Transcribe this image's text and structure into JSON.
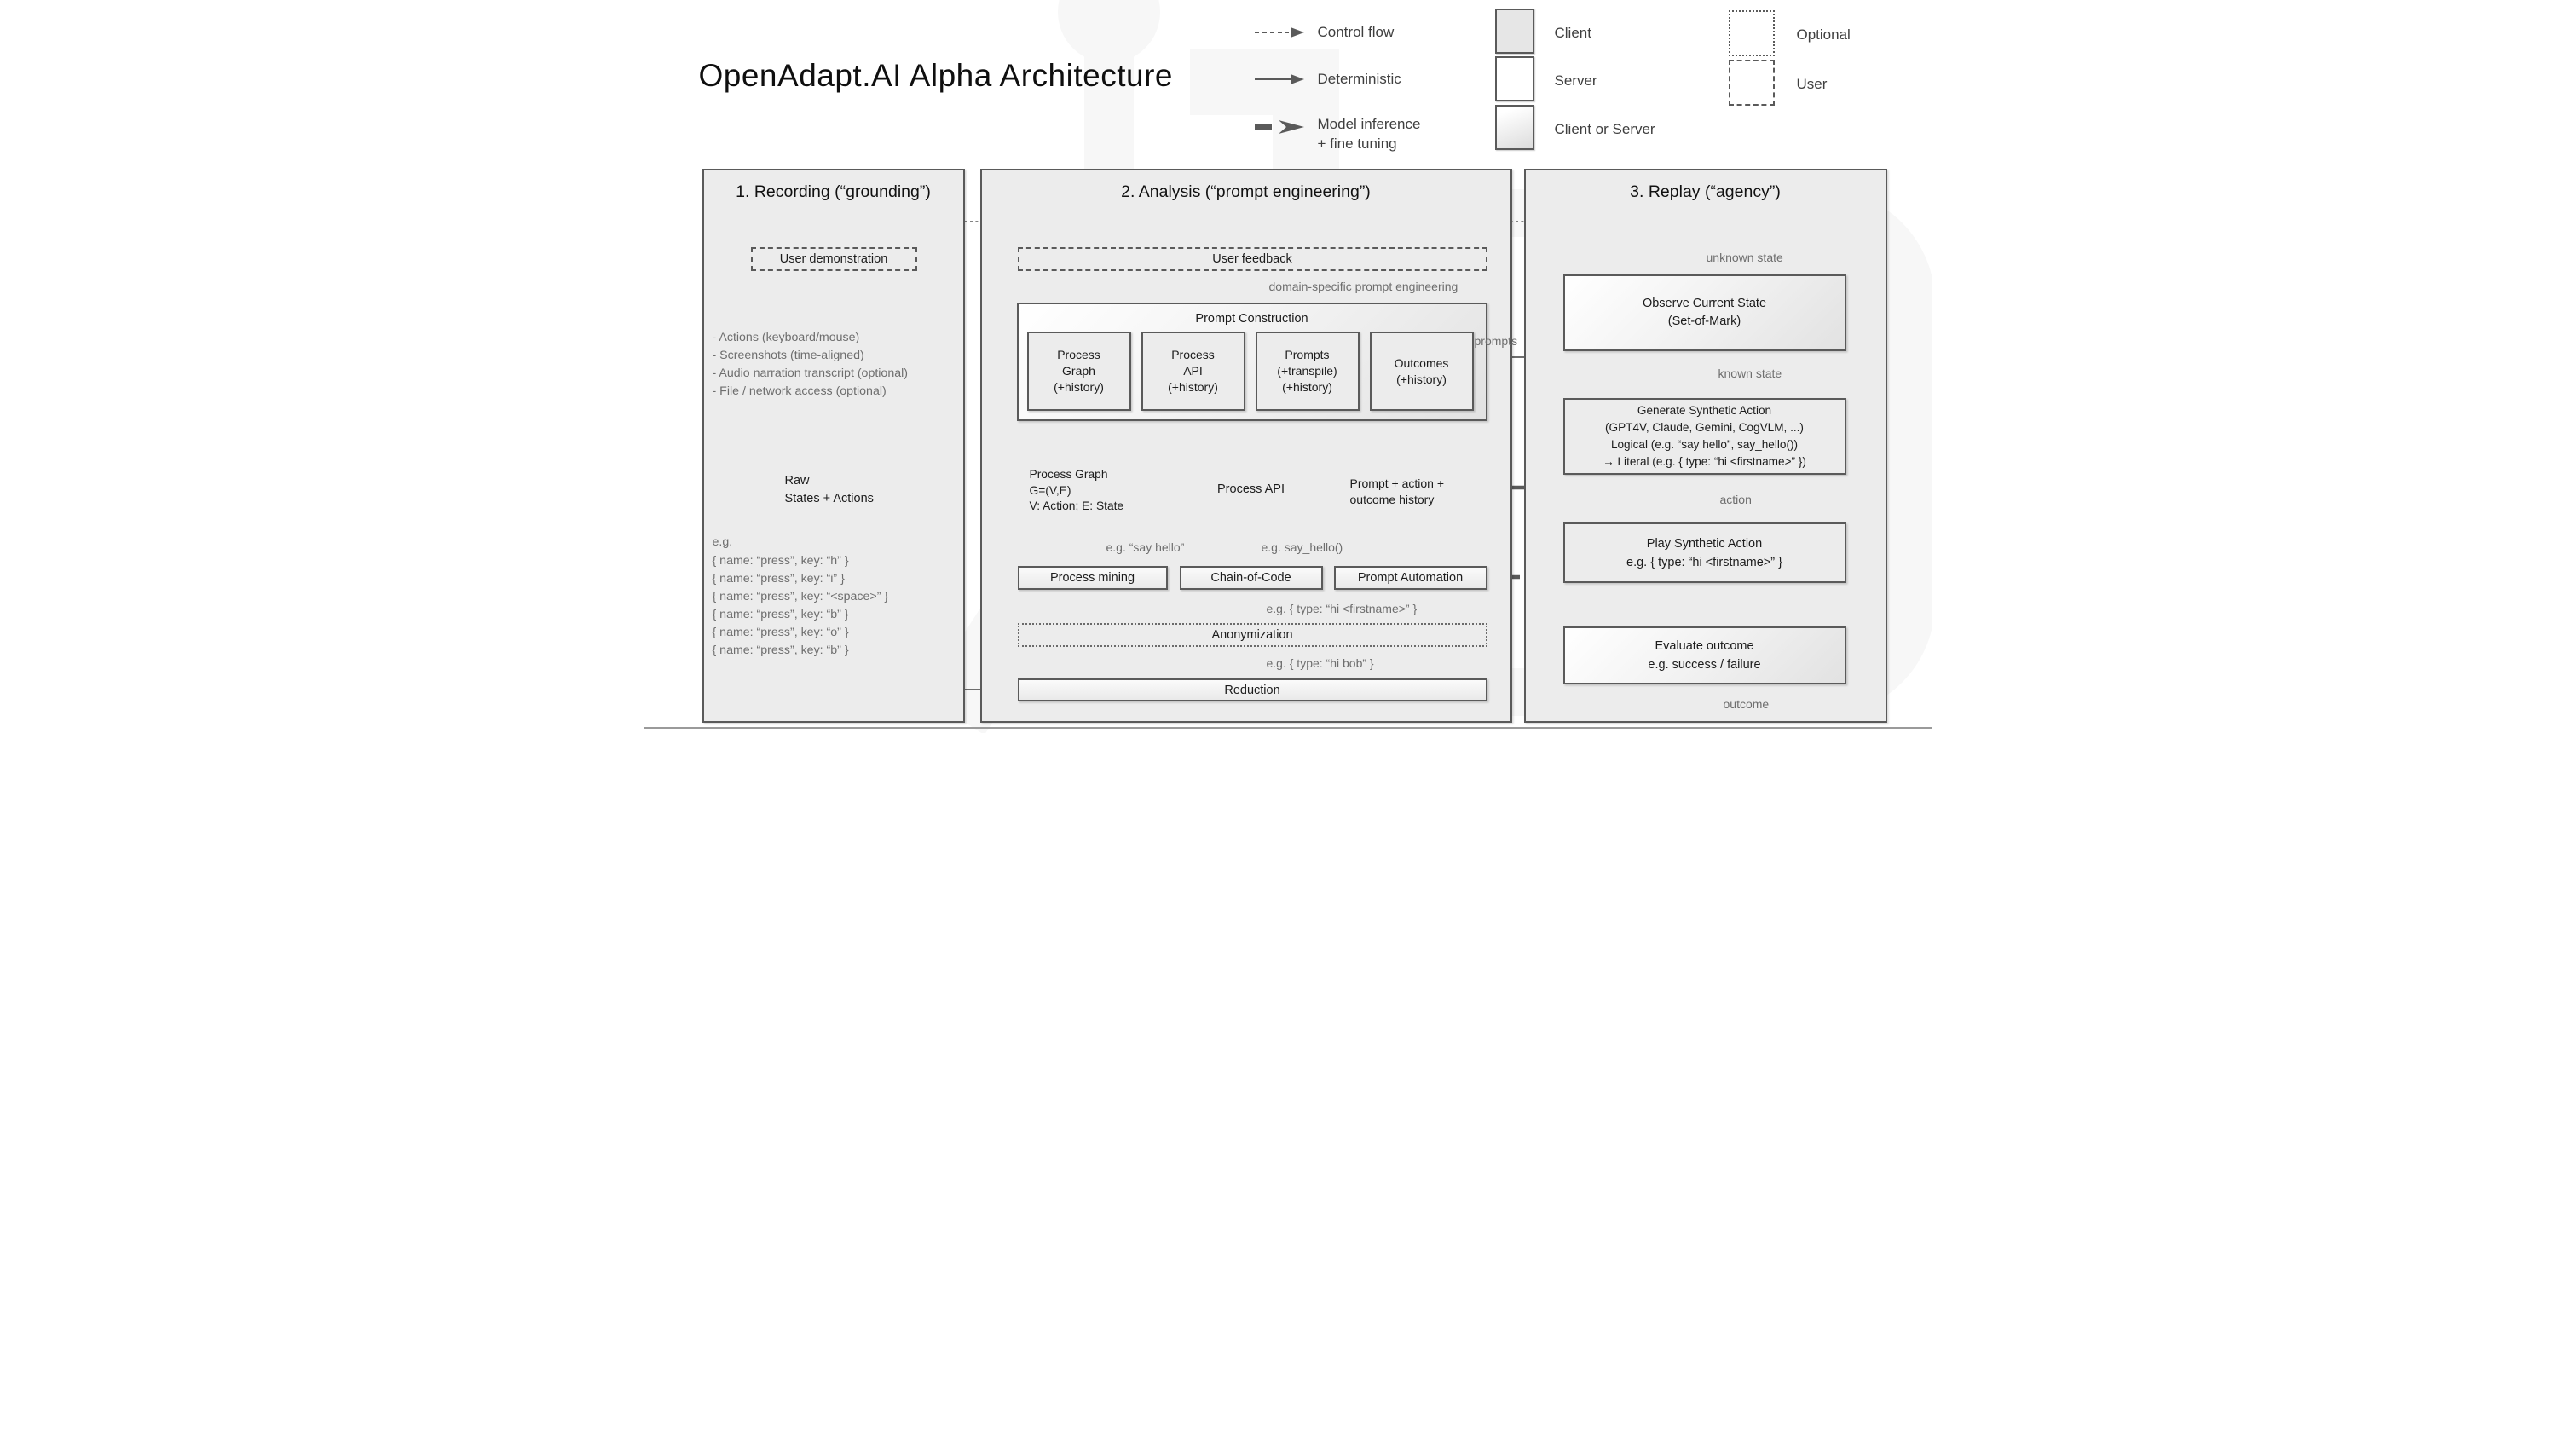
{
  "title": "OpenAdapt.AI Alpha Architecture",
  "legend": {
    "arrow_items": [
      {
        "label": "Control flow"
      },
      {
        "label": "Deterministic"
      },
      {
        "label": "Model inference\n+ fine tuning"
      }
    ],
    "box_items": [
      {
        "label": "Client"
      },
      {
        "label": "Server"
      },
      {
        "label": "Client or Server"
      }
    ],
    "border_items": [
      {
        "label": "Optional"
      },
      {
        "label": "User"
      }
    ]
  },
  "recording": {
    "header": "1. Recording (“grounding”)",
    "user_demonstration": "User demonstration",
    "bullets": [
      "- Actions (keyboard/mouse)",
      "- Screenshots (time-aligned)",
      "- Audio narration transcript (optional)",
      "- File / network access (optional)"
    ],
    "raw_cylinder": "Raw\nStates + Actions",
    "example_heading": "e.g.",
    "examples": [
      "{ name: “press”, key: “h” }",
      "{ name: “press”, key: “i” }",
      "{ name: “press”, key: “<space>” }",
      "{ name: “press”, key: “b” }",
      "{ name: “press”, key: “o” }",
      "{ name: “press”, key: “b” }"
    ]
  },
  "analysis": {
    "header": "2. Analysis (“prompt engineering”)",
    "user_feedback": "User feedback",
    "domain_label": "domain-specific prompt engineering",
    "prompt_construction_title": "Prompt Construction",
    "construction_boxes": [
      "Process\nGraph\n(+history)",
      "Process\nAPI\n(+history)",
      "Prompts\n(+transpile)\n(+history)",
      "Outcomes\n(+history)"
    ],
    "cylinders": [
      "Process Graph\nG=(V,E)\nV: Action; E: State",
      "Process API",
      "Prompt + action +\noutcome history"
    ],
    "process_boxes": [
      "Process mining",
      "Chain-of-Code",
      "Prompt Automation"
    ],
    "anonymization": "Anonymization",
    "reduction": "Reduction",
    "labels": {
      "prompts": "prompts",
      "say_hello": "e.g. “say hello”",
      "say_hello_fn": "e.g. say_hello()",
      "hi_firstname": "e.g. { type: “hi <firstname>” }",
      "hi_bob": "e.g. { type: “hi bob” }"
    }
  },
  "replay": {
    "header": "3. Replay (“agency”)",
    "observe": "Observe Current State\n(Set-of-Mark)",
    "generate": "Generate Synthetic Action\n(GPT4V, Claude, Gemini, CogVLM, ...)\nLogical (e.g. “say hello”, say_hello())\n→ Literal (e.g. { type: “hi <firstname>” })",
    "play": "Play Synthetic Action\ne.g. { type: “hi <firstname>” }",
    "evaluate": "Evaluate outcome\ne.g. success / failure",
    "labels": {
      "unknown_state": "unknown state",
      "known_state": "known state",
      "action": "action",
      "outcome": "outcome"
    }
  },
  "colors": {
    "accent": "#5a5a5a",
    "panel_bg": "#ececec",
    "annotation": "#6e6e6e"
  }
}
